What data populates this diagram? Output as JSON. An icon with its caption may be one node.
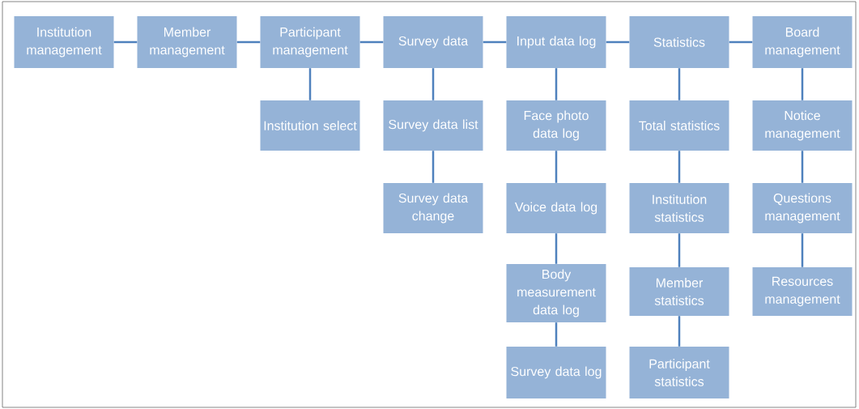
{
  "diagram": {
    "nodes": [
      {
        "text": [
          "Institution management"
        ]
      },
      {
        "text": [
          "Member management"
        ]
      },
      {
        "text": [
          "Participant management"
        ]
      },
      {
        "text": [
          "Survey data"
        ]
      },
      {
        "text": [
          "Input data log"
        ]
      },
      {
        "text": [
          "Statistics"
        ]
      },
      {
        "text": [
          "Board management"
        ]
      },
      {
        "text": [
          "Institution select"
        ]
      },
      {
        "text": [
          "Survey data list"
        ]
      },
      {
        "text": [
          "Survey data change"
        ]
      },
      {
        "text": [
          "Face photo data log"
        ]
      },
      {
        "text": [
          "Voice data log"
        ]
      },
      {
        "text": [
          "Body measurement data log"
        ]
      },
      {
        "text": [
          "Survey data log"
        ]
      },
      {
        "text": [
          "Total statistics"
        ]
      },
      {
        "text": [
          "Institution statistics"
        ]
      },
      {
        "text": [
          "Member statistics"
        ]
      },
      {
        "text": [
          "Participant statistics"
        ]
      },
      {
        "text": [
          "Notice management"
        ]
      },
      {
        "text": [
          "Questions management"
        ]
      },
      {
        "text": [
          "Resources management"
        ]
      }
    ],
    "edges": [
      {
        "from": 0,
        "to": 1,
        "arrow": "none"
      },
      {
        "from": 1,
        "to": 2,
        "arrow": "none"
      },
      {
        "from": 2,
        "to": 3,
        "arrow": "none"
      },
      {
        "from": 3,
        "to": 4,
        "arrow": "none"
      },
      {
        "from": 4,
        "to": 5,
        "arrow": "none"
      },
      {
        "from": 5,
        "to": 6,
        "arrow": "none"
      },
      {
        "from": 2,
        "to": 7,
        "arrow": "none"
      },
      {
        "from": 3,
        "to": 8,
        "arrow": "none"
      },
      {
        "from": 8,
        "to": 9,
        "arrow": "none"
      },
      {
        "from": 4,
        "to": 10,
        "arrow": "none"
      },
      {
        "from": 10,
        "to": 11,
        "arrow": "none"
      },
      {
        "from": 11,
        "to": 12,
        "arrow": "none"
      },
      {
        "from": 12,
        "to": 13,
        "arrow": "none"
      },
      {
        "from": 5,
        "to": 14,
        "arrow": "none"
      },
      {
        "from": 14,
        "to": 15,
        "arrow": "none"
      },
      {
        "from": 15,
        "to": 16,
        "arrow": "none"
      },
      {
        "from": 16,
        "to": 17,
        "arrow": "none"
      },
      {
        "from": 6,
        "to": 18,
        "arrow": "none"
      },
      {
        "from": 18,
        "to": 19,
        "arrow": "none"
      },
      {
        "from": 19,
        "to": 20,
        "arrow": "none"
      }
    ]
  }
}
